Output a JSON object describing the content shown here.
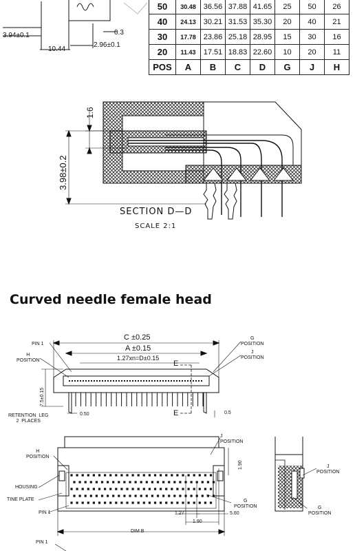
{
  "table": {
    "headers": [
      "POS",
      "A",
      "B",
      "C",
      "D",
      "G",
      "J",
      "H"
    ],
    "rows": [
      [
        "50",
        "30.48",
        "36.56",
        "37.88",
        "41.65",
        "25",
        "50",
        "26"
      ],
      [
        "40",
        "24.13",
        "30.21",
        "31.53",
        "35.30",
        "20",
        "40",
        "21"
      ],
      [
        "30",
        "17.78",
        "23.86",
        "25.18",
        "28.95",
        "15",
        "30",
        "16"
      ],
      [
        "20",
        "11.43",
        "17.51",
        "18.83",
        "22.60",
        "10",
        "20",
        "11"
      ]
    ]
  },
  "top_dims": {
    "d394": "3.94±0.1",
    "d03": "0.3",
    "d1044": "10.44",
    "d296": "2.96±0.1"
  },
  "section": {
    "d16": "1.6",
    "d398": "3.98±0.2",
    "title": "SECTION  D—D",
    "scale": "SCALE  2:1"
  },
  "heading": "Curved needle female head",
  "front_view": {
    "c": "C ±0.25",
    "a": "A ±0.15",
    "pitch": "1.27xn=D±0.15",
    "e_top": "E",
    "e_bottom": "E",
    "pin1": "PIN  1",
    "h_position": "H\nPOSITION",
    "g_position": "G\nPOSITION",
    "j_position": "J\nPOSITION",
    "height": "7.5±0.15",
    "d050": "0.50",
    "d05": "0.5",
    "retention": "RETENTION  LEG\n2  PLACES"
  },
  "bottom_view": {
    "j_position": "J\nPOSITION",
    "h_position": "H\nPOSITION",
    "housing": "HOUSING",
    "tine_plate": "TINE  PLATE",
    "pin1": "PIN  1",
    "pin1_bottom": "PIN  1",
    "g_position": "G\nPOSITION",
    "d190v": "1.90",
    "d127": "1.27",
    "d560": "5.60",
    "d190": "1.90",
    "dim_b": "DIM  B"
  },
  "side_view": {
    "j_position": "J\nPOSITION",
    "g_position": "G\nPOSITION"
  }
}
